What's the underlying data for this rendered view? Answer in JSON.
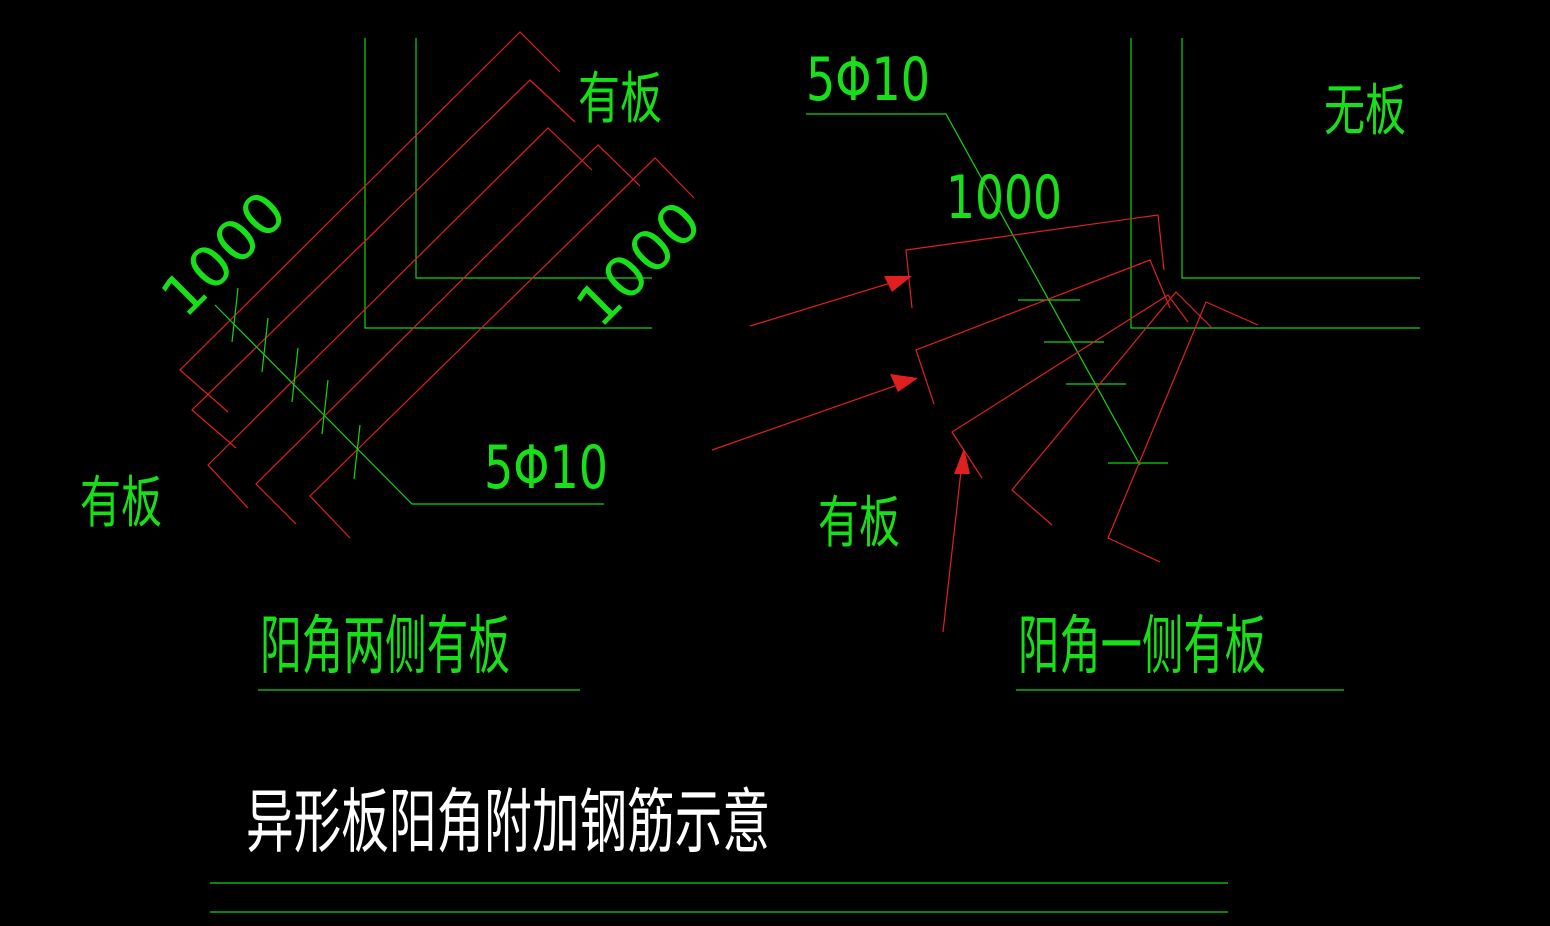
{
  "left_detail": {
    "slab_label_top": "有板",
    "slab_label_bottom": "有板",
    "dim_a": "1000",
    "dim_b": "1000",
    "rebar_note": "5Φ10",
    "caption": "阳角两侧有板"
  },
  "right_detail": {
    "rebar_note": "5Φ10",
    "dim": "1000",
    "no_slab_label": "无板",
    "slab_label": "有板",
    "caption": "阳角一侧有板"
  },
  "drawing_title": "异形板阳角附加钢筋示意",
  "colors": {
    "background": "#000000",
    "line_green": "#12d412",
    "text_green": "#18e018",
    "rebar_red": "#e02020",
    "title_white": "#ffffff"
  }
}
